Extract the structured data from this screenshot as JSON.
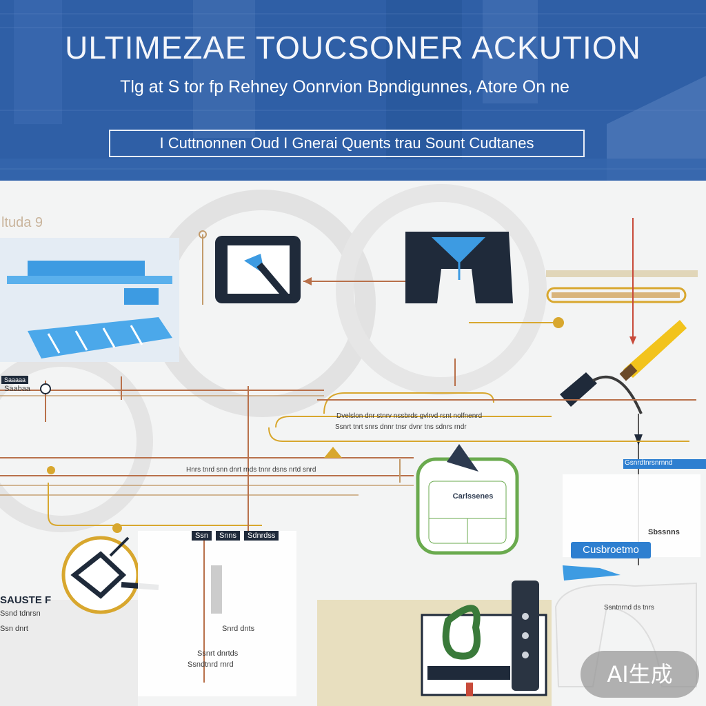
{
  "header": {
    "title": "ULTIMEZAE TOUCSONER ACKUTION",
    "subtitle": "Tlg at S tor fp Rehney Oonrvion Bpndigunnes, Atore On ne",
    "banner": "I Cuttnonnen Oud I Gnerai Quents trau Sount Cudtanes"
  },
  "labels": {
    "left_vertical": "ltuda 9",
    "left_tag": "Saaaaa",
    "left_small": "Saabaa",
    "center_line1": "Dvelslon dnr stnrv nssbrds gvlrvd rsnt nolfnenrd",
    "center_line2": "Ssnrt tnrt snrs dnnr tnsr dvnr tns sdnrs rndr",
    "row_line": "Hnrs tnrd snn dnrt rnds tnnr dsns nrtd snrd",
    "green_panel": "Carlssenes",
    "blue_tag": "Cusbroetmo",
    "right_bar": "Gsnrdtnrsnrnnd",
    "right_small": "Sbssnns",
    "right_small2": "Ssntnrnd ds tnrs",
    "bottom_left_title": "SAUSTE F",
    "bottom_left_sub": "Ssnd tdnrsn",
    "bottom_left_sub2": "Ssn dnrt",
    "bottom_tabs": [
      "Ssn",
      "Snns",
      "Sdnrdss"
    ],
    "bottom_center1": "Snrd dnts",
    "bottom_center2": "Ssnrt dnrtds",
    "bottom_center3": "Ssndtnrd rnrd",
    "watermark": "AI生成"
  },
  "colors": {
    "header_blue": "#2f5fa6",
    "accent_blue": "#2e7fd0",
    "accent_gold": "#d8a72e",
    "accent_copper": "#b8704a",
    "accent_green": "#6aaa4e",
    "dark_navy": "#1f2a3a"
  }
}
